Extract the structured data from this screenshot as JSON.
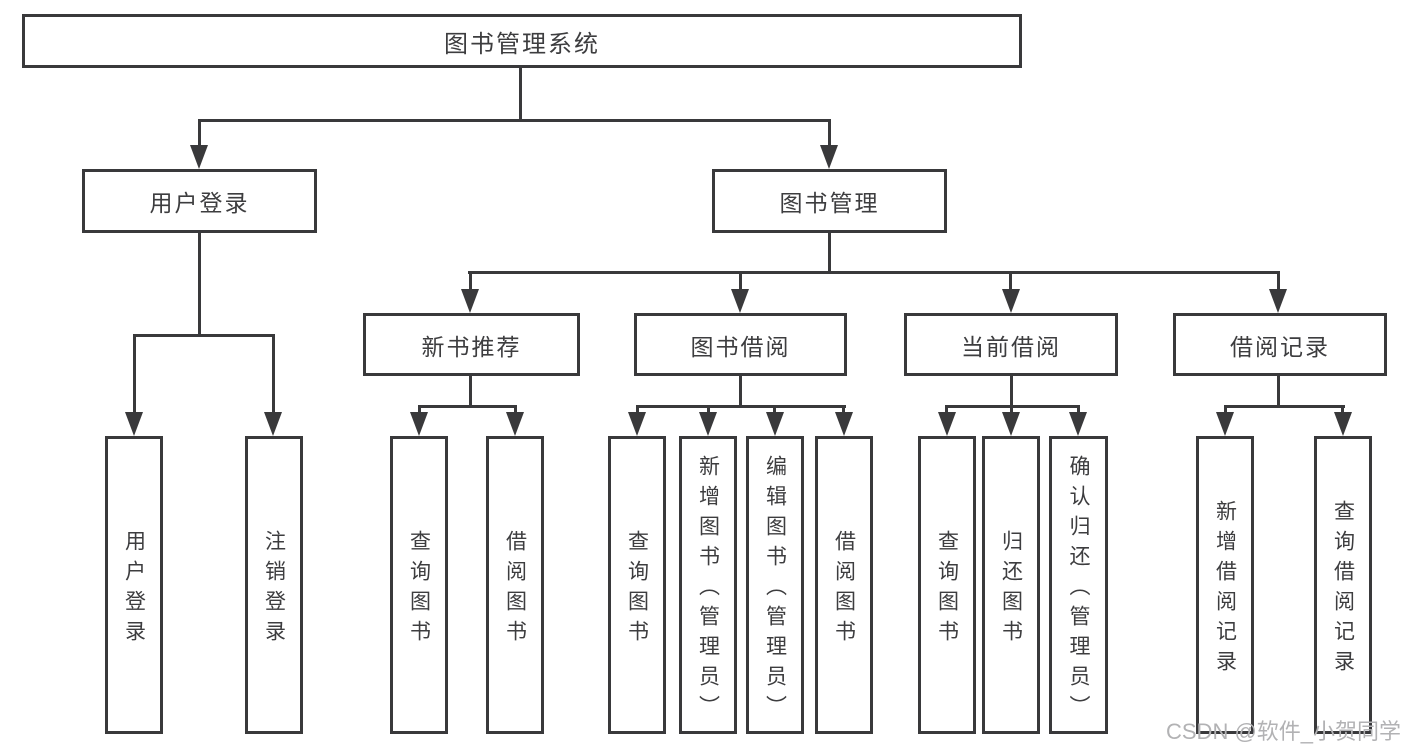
{
  "diagram": {
    "root": {
      "label": "图书管理系统"
    },
    "branches": [
      {
        "label": "用户登录",
        "children": [
          {
            "label": "用户登录"
          },
          {
            "label": "注销登录"
          }
        ]
      },
      {
        "label": "图书管理",
        "children": [
          {
            "label": "新书推荐",
            "children": [
              {
                "label": "查询图书"
              },
              {
                "label": "借阅图书"
              }
            ]
          },
          {
            "label": "图书借阅",
            "children": [
              {
                "label": "查询图书"
              },
              {
                "label": "新增图书（管理员）"
              },
              {
                "label": "编辑图书（管理员）"
              },
              {
                "label": "借阅图书"
              }
            ]
          },
          {
            "label": "当前借阅",
            "children": [
              {
                "label": "查询图书"
              },
              {
                "label": "归还图书"
              },
              {
                "label": "确认归还（管理员）"
              }
            ]
          },
          {
            "label": "借阅记录",
            "children": [
              {
                "label": "新增借阅记录"
              },
              {
                "label": "查询借阅记录"
              }
            ]
          }
        ]
      }
    ]
  },
  "watermark": {
    "text": "CSDN @软件_小贺同学"
  },
  "colors": {
    "line": "#39393b",
    "text": "#3d3d3f",
    "watermark": "#b2b2b4",
    "background": "#ffffff"
  }
}
